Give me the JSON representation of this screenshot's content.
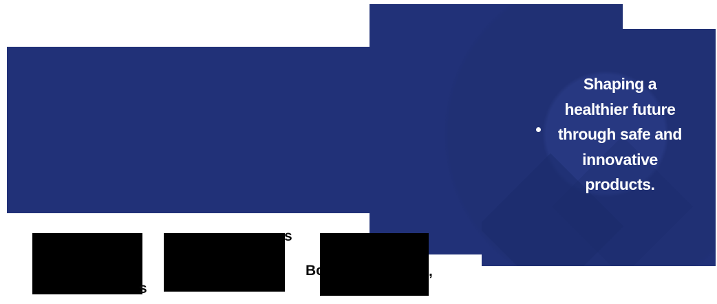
{
  "colors": {
    "panel_blue": "#213178",
    "panel_blue_dark": "#1b2b6b",
    "panel_blue_ring": "#203074",
    "panel_blue_inner": "#273881",
    "headline_text": "#ffffff",
    "placeholder_black": "#000000",
    "page_background": "#ffffff"
  },
  "hero": {
    "headline": "Shaping a healthier future through safe and innovative products.",
    "lines": [
      "Shaping a",
      "healthier future",
      "through safe and",
      "innovative",
      "products."
    ]
  },
  "cards": [
    {
      "caption_visible": "s"
    },
    {
      "caption_visible": "s"
    },
    {
      "caption_prefix": "Bo",
      "caption_suffix": "t,"
    }
  ]
}
